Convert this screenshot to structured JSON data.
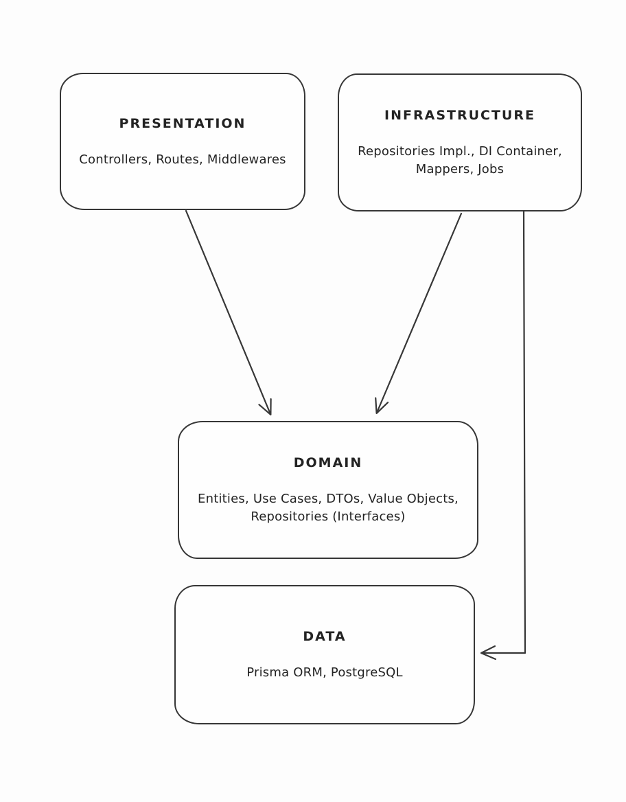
{
  "diagram": {
    "title": "Layered architecture diagram",
    "style": "hand-drawn-sketch",
    "colors": {
      "background": "#fdfdfd",
      "node_fill": "#fefefe",
      "stroke": "#363636",
      "text": "#232323"
    },
    "nodes": [
      {
        "id": "presentation",
        "title": "PRESENTATION",
        "subtitle": "Controllers, Routes, Middlewares",
        "lines": [
          "Controllers, Routes, Middlewares"
        ]
      },
      {
        "id": "infrastructure",
        "title": "INFRASTRUCTURE",
        "subtitle": "Repositories Impl., DI Container, Mappers, Jobs",
        "lines": [
          "Repositories Impl., DI Container,",
          "Mappers, Jobs"
        ]
      },
      {
        "id": "domain",
        "title": "DOMAIN",
        "subtitle": "Entities, Use Cases, DTOs, Value Objects, Repositories (Interfaces)",
        "lines": [
          "Entities, Use Cases, DTOs, Value Objects,",
          "Repositories (Interfaces)"
        ]
      },
      {
        "id": "data",
        "title": "DATA",
        "subtitle": "Prisma ORM, PostgreSQL",
        "lines": [
          "Prisma ORM, PostgreSQL"
        ]
      }
    ],
    "edges": [
      {
        "from": "PRESENTATION",
        "to": "DOMAIN",
        "type": "straight-arrow"
      },
      {
        "from": "INFRASTRUCTURE",
        "to": "DOMAIN",
        "type": "straight-arrow"
      },
      {
        "from": "INFRASTRUCTURE",
        "to": "DATA",
        "type": "elbow-arrow"
      }
    ]
  }
}
